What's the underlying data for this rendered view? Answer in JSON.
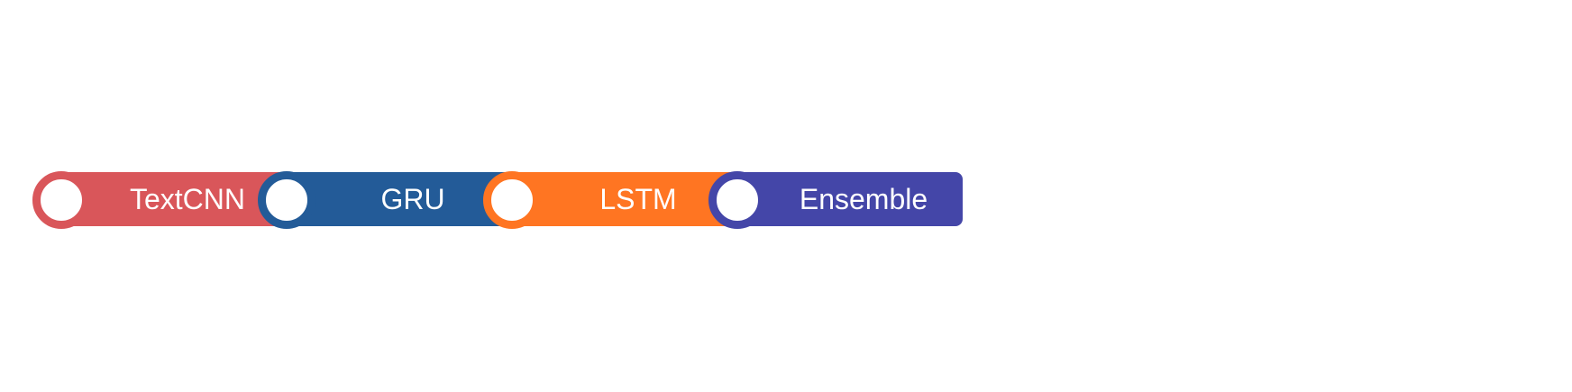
{
  "pipeline": {
    "stages": [
      {
        "label": "TextCNN",
        "color": "#D9565A"
      },
      {
        "label": "GRU",
        "color": "#235B98"
      },
      {
        "label": "LSTM",
        "color": "#FF7522"
      },
      {
        "label": "Ensemble",
        "color": "#4446A8"
      }
    ]
  }
}
